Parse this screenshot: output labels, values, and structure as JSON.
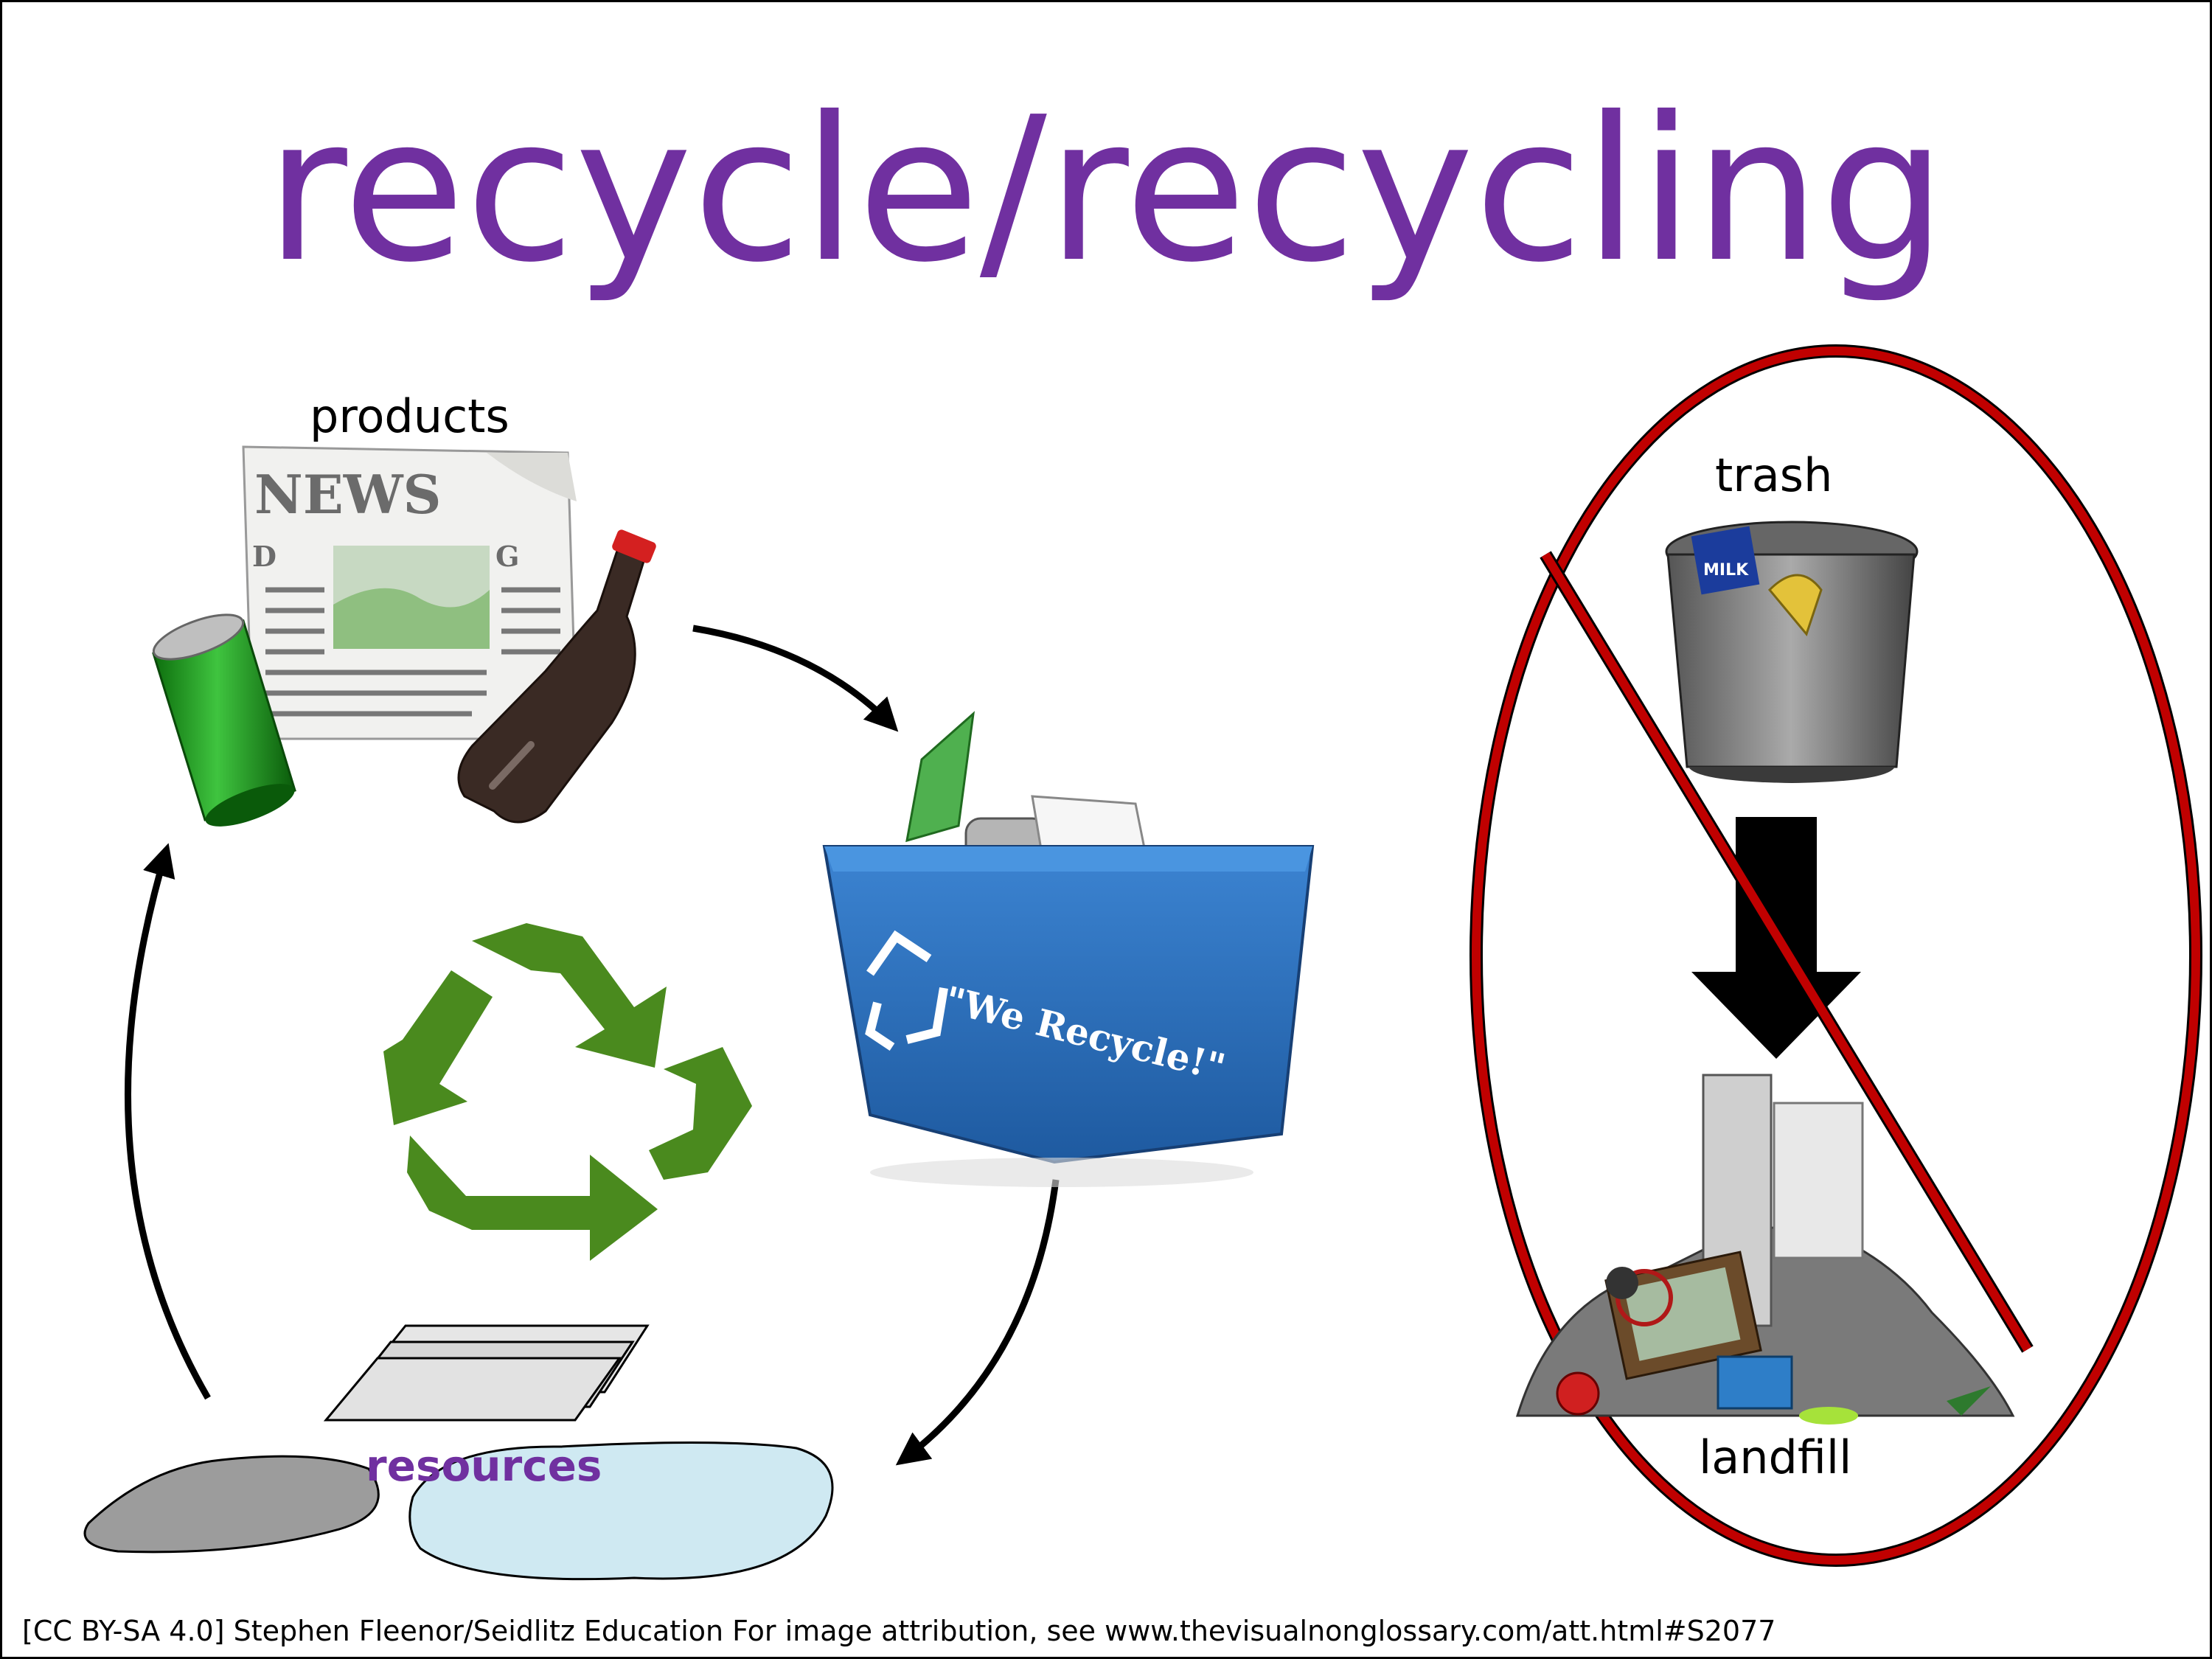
{
  "title": "recycle/recycling",
  "labels": {
    "products": "products",
    "resources": "resources",
    "trash": "trash",
    "landfill": "landfill"
  },
  "bin_text": "\"We Recycle!\"",
  "newspaper_headline": "NEWS",
  "newspaper_columns": [
    "D",
    "G"
  ],
  "milk_carton": "MILK",
  "attribution": "[CC BY-SA 4.0] Stephen Fleenor/Seidlitz Education For image attribution, see www.thevisualnonglossary.com/att.html#S2077",
  "colors": {
    "title": "#7030a0",
    "recycle_symbol": "#4a8a1e",
    "bin": "#2e6db4",
    "prohibition": "#c00000"
  },
  "icons": [
    "newspaper-icon",
    "soda-can-icon",
    "soda-bottle-icon",
    "recycling-bin-icon",
    "recycle-symbol-icon",
    "metal-sheets-icon",
    "rock-icon",
    "water-icon",
    "trash-can-icon",
    "landfill-icon",
    "no-sign-icon",
    "down-arrow-icon"
  ]
}
